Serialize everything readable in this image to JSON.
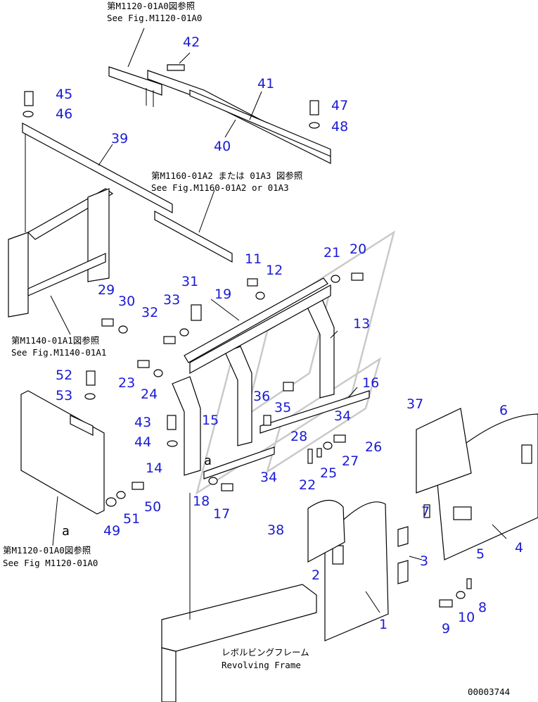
{
  "diagram": {
    "references": {
      "top_jp": "第M1120-01A0図参照",
      "top_en": "See Fig.M1120-01A0",
      "m1160_jp": "第M1160-01A2 または 01A3 図参照",
      "m1160_en": "See Fig.M1160-01A2 or 01A3",
      "m1140_jp": "第M1140-01A1図参照",
      "m1140_en": "See Fig.M1140-01A1",
      "bottom_jp": "第M1120-01A0図参照",
      "bottom_en": "See Fig M1120-01A0",
      "frame_jp": "レボルビングフレーム",
      "frame_en": "Revolving Frame"
    },
    "labels_a": [
      "a",
      "a"
    ],
    "image_number": "00003744",
    "callouts": {
      "c1": "1",
      "c2": "2",
      "c3": "3",
      "c4": "4",
      "c5": "5",
      "c6": "6",
      "c7": "7",
      "c8": "8",
      "c9": "9",
      "c10": "10",
      "c11": "11",
      "c12": "12",
      "c13": "13",
      "c14": "14",
      "c15": "15",
      "c16": "16",
      "c17": "17",
      "c18": "18",
      "c19": "19",
      "c20": "20",
      "c21": "21",
      "c22": "22",
      "c23": "23",
      "c24": "24",
      "c25": "25",
      "c26": "26",
      "c27": "27",
      "c28": "28",
      "c29": "29",
      "c30": "30",
      "c31": "31",
      "c32": "32",
      "c33": "33",
      "c34a": "34",
      "c34b": "34",
      "c35": "35",
      "c36": "36",
      "c37": "37",
      "c38": "38",
      "c39": "39",
      "c40": "40",
      "c41": "41",
      "c42": "42",
      "c43": "43",
      "c44": "44",
      "c45": "45",
      "c46": "46",
      "c47": "47",
      "c48": "48",
      "c49": "49",
      "c50": "50",
      "c51": "51",
      "c52": "52",
      "c53": "53"
    }
  }
}
